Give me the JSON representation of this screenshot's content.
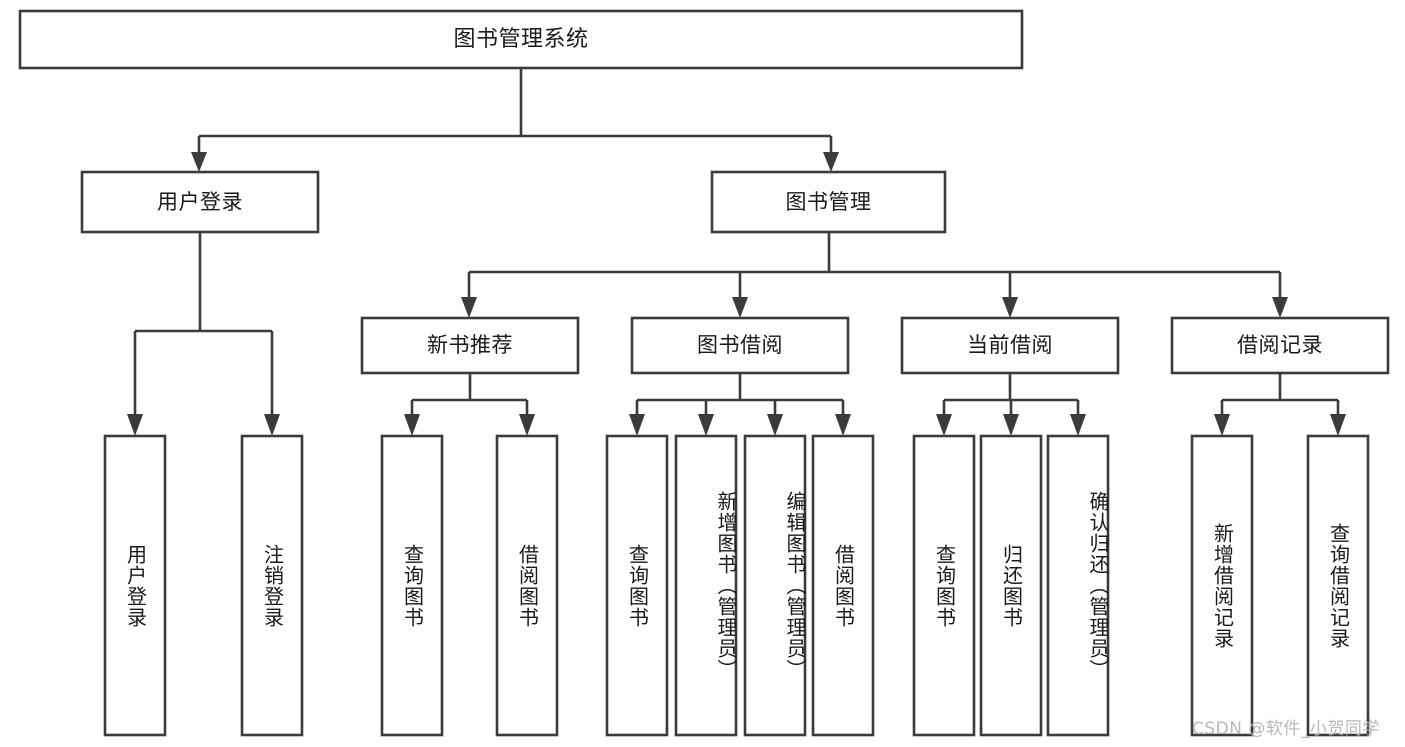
{
  "diagram": {
    "type": "tree-hierarchy-chart",
    "title": "图书管理系统",
    "orientation": "top-down",
    "colors": {
      "box_fill": "#ffffff",
      "box_stroke": "#3b3b3b",
      "text": "#1a1a1a",
      "background": "#ffffff",
      "watermark": "#b9b9b9"
    },
    "levels": 4,
    "root": {
      "label": "图书管理系统",
      "id": "root"
    },
    "level1": [
      {
        "id": "user-login",
        "label": "用户登录"
      },
      {
        "id": "book-management",
        "label": "图书管理"
      }
    ],
    "level2": [
      {
        "id": "new-book-recommend",
        "label": "新书推荐",
        "parent": "book-management"
      },
      {
        "id": "book-borrow",
        "label": "图书借阅",
        "parent": "book-management"
      },
      {
        "id": "current-borrow",
        "label": "当前借阅",
        "parent": "book-management"
      },
      {
        "id": "borrow-record",
        "label": "借阅记录",
        "parent": "book-management"
      }
    ],
    "leaves": {
      "user-login": [
        {
          "id": "leaf-user-login",
          "label": "用户登录"
        },
        {
          "id": "leaf-logout",
          "label": "注销登录"
        }
      ],
      "new-book-recommend": [
        {
          "id": "leaf-query-book-1",
          "label": "查询图书"
        },
        {
          "id": "leaf-borrow-book-1",
          "label": "借阅图书"
        }
      ],
      "book-borrow": [
        {
          "id": "leaf-query-book-2",
          "label": "查询图书"
        },
        {
          "id": "leaf-add-book",
          "label": "新增图书（管理员）"
        },
        {
          "id": "leaf-edit-book",
          "label": "编辑图书（管理员）"
        },
        {
          "id": "leaf-borrow-book-2",
          "label": "借阅图书"
        }
      ],
      "current-borrow": [
        {
          "id": "leaf-query-book-3",
          "label": "查询图书"
        },
        {
          "id": "leaf-return-book",
          "label": "归还图书"
        },
        {
          "id": "leaf-confirm-return",
          "label": "确认归还（管理员）"
        }
      ],
      "borrow-record": [
        {
          "id": "leaf-add-record",
          "label": "新增借阅记录"
        },
        {
          "id": "leaf-query-record",
          "label": "查询借阅记录"
        }
      ]
    }
  },
  "watermark": {
    "text": "CSDN @软件_小贺同学"
  }
}
